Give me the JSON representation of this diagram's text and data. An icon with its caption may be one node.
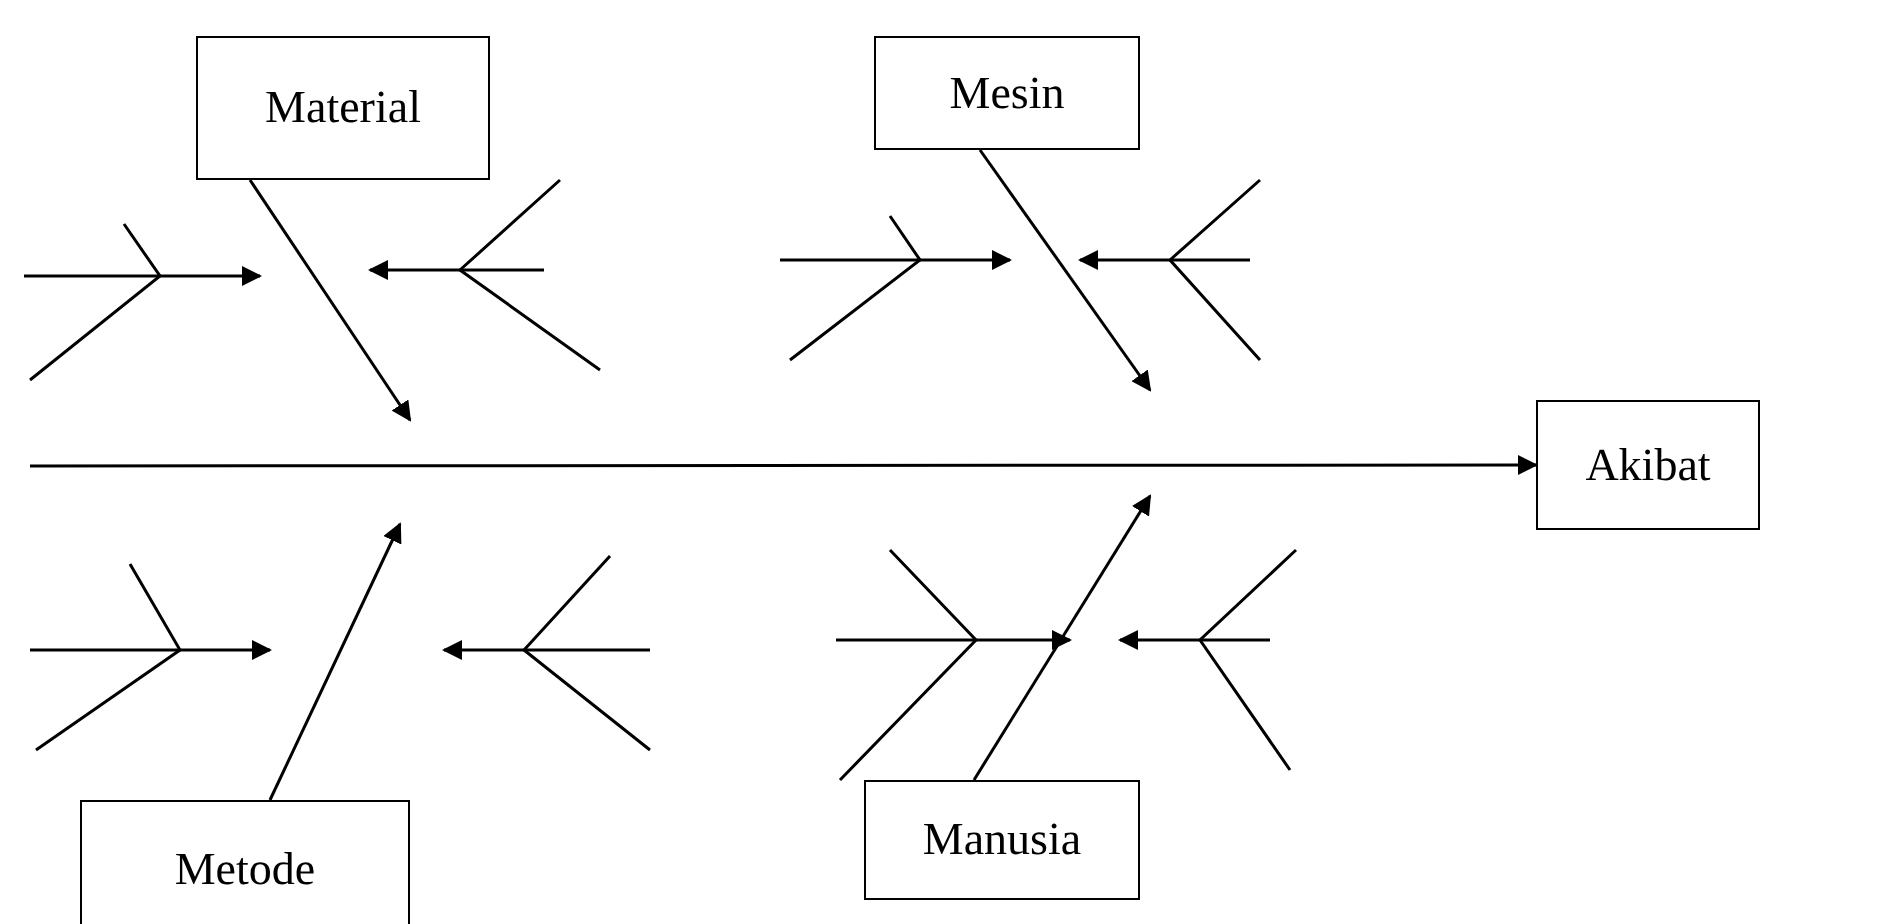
{
  "diagram": {
    "nodes": [
      {
        "text": [
          "Material"
        ]
      },
      {
        "text": [
          "Mesin"
        ]
      },
      {
        "text": [
          "Akibat"
        ]
      },
      {
        "text": [
          "Metode"
        ]
      },
      {
        "text": [
          "Manusia"
        ]
      }
    ],
    "edges": [
      {
        "from": null,
        "to": 2,
        "arrow": "to"
      },
      {
        "from": 0,
        "to": null,
        "arrow": "to"
      },
      {
        "from": 1,
        "to": null,
        "arrow": "to"
      },
      {
        "from": 3,
        "to": null,
        "arrow": "to"
      },
      {
        "from": 4,
        "to": null,
        "arrow": "to"
      }
    ]
  }
}
